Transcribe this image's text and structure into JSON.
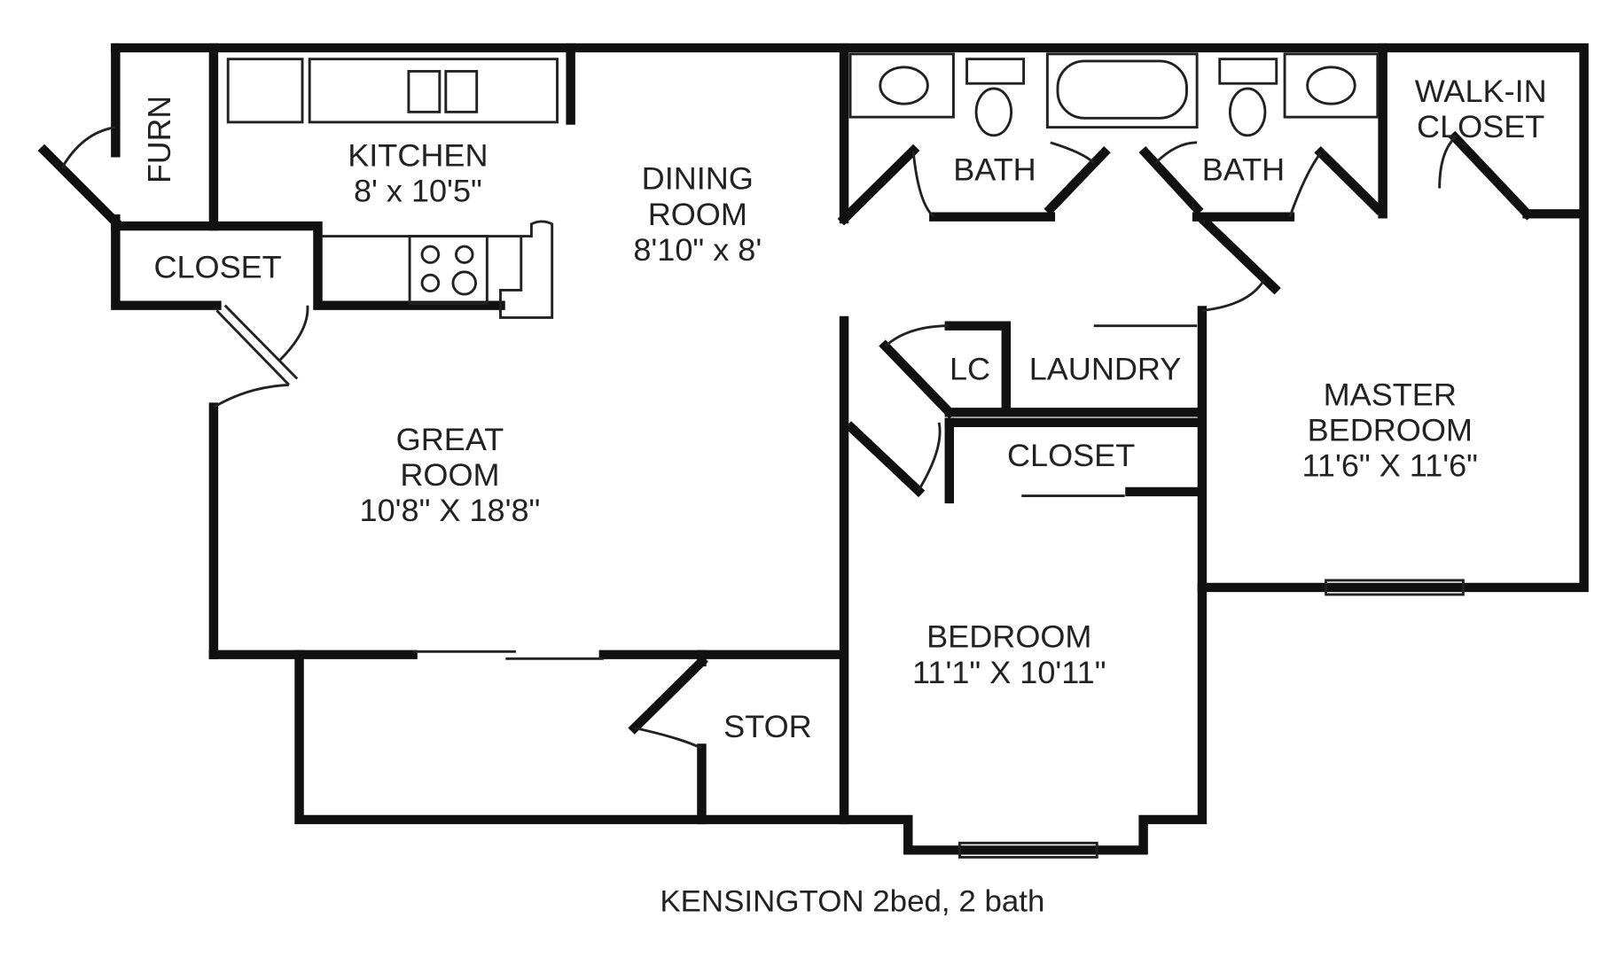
{
  "plan": {
    "caption": "KENSINGTON 2bed, 2 bath",
    "rooms": {
      "furn": {
        "name": "FURN"
      },
      "kitchen": {
        "name": "KITCHEN",
        "size": "8' x 10'5\""
      },
      "dining": {
        "name1": "DINING",
        "name2": "ROOM",
        "size": "8'10\" x 8'"
      },
      "closet_entry": {
        "name": "CLOSET"
      },
      "great": {
        "name1": "GREAT",
        "name2": "ROOM",
        "size": "10'8\" X 18'8\""
      },
      "bath1": {
        "name": "BATH"
      },
      "bath2": {
        "name": "BATH"
      },
      "walkin": {
        "name1": "WALK-IN",
        "name2": "CLOSET"
      },
      "lc": {
        "name": "LC"
      },
      "laundry": {
        "name": "LAUNDRY"
      },
      "closet_bed": {
        "name": "CLOSET"
      },
      "master": {
        "name1": "MASTER",
        "name2": "BEDROOM",
        "size": "11'6\" X 11'6\""
      },
      "bedroom": {
        "name": "BEDROOM",
        "size": "11'1\" X 10'11\""
      },
      "stor": {
        "name": "STOR"
      }
    }
  }
}
